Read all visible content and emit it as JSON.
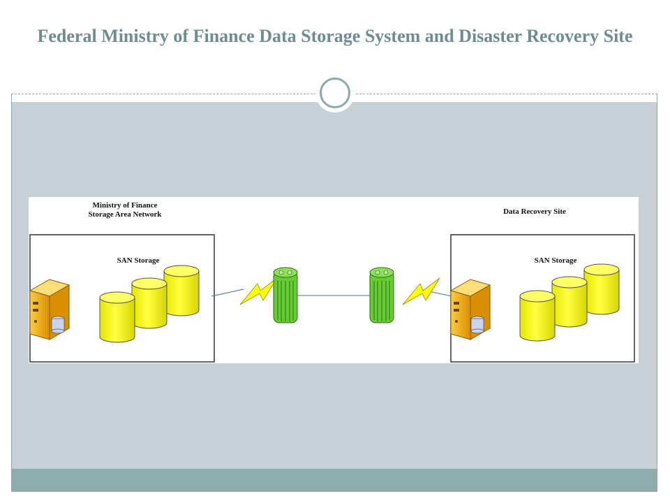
{
  "slide": {
    "title": "Federal Ministry of Finance Data Storage System and Disaster Recovery Site"
  },
  "diagram": {
    "left_site": {
      "title_line1": "Ministry of Finance",
      "title_line2": "Storage Area Network",
      "storage_label": "SAN Storage"
    },
    "right_site": {
      "title": "Data Recovery Site",
      "storage_label": "SAN Storage"
    },
    "colors": {
      "storage": "#ffff00",
      "router": "#66cc33",
      "lightning": "#ffff00",
      "server": "#f2a500",
      "background": "#c6d0d6",
      "accent": "#8ea9ad"
    }
  }
}
